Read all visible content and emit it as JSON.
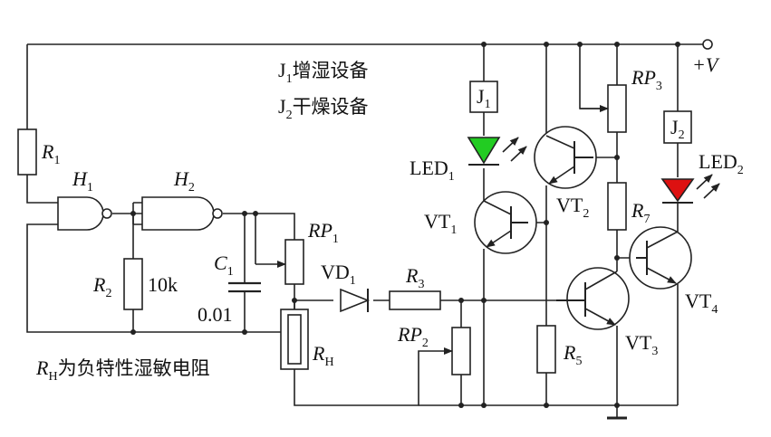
{
  "notes": {
    "j1_prefix": "J",
    "j1_sub": "1",
    "j1_text": "增湿设备",
    "j2_prefix": "J",
    "j2_sub": "2",
    "j2_text": "干燥设备",
    "rh_main": "R",
    "rh_sub": "H",
    "rh_text": "为负特性湿敏电阻"
  },
  "supply": {
    "label": "+V"
  },
  "components": {
    "r1": {
      "main": "R",
      "sub": "1"
    },
    "r2": {
      "main": "R",
      "sub": "2",
      "value": "10k"
    },
    "r3": {
      "main": "R",
      "sub": "3"
    },
    "r5": {
      "main": "R",
      "sub": "5"
    },
    "r7": {
      "main": "R",
      "sub": "7"
    },
    "h1": {
      "main": "H",
      "sub": "1"
    },
    "h2": {
      "main": "H",
      "sub": "2"
    },
    "c1": {
      "main": "C",
      "sub": "1",
      "value": "0.01"
    },
    "rp1": {
      "main": "RP",
      "sub": "1"
    },
    "rp2": {
      "main": "RP",
      "sub": "2"
    },
    "rp3": {
      "main": "RP",
      "sub": "3"
    },
    "rh": {
      "main": "R",
      "sub": "H"
    },
    "vd1": {
      "main": "VD",
      "sub": "1"
    },
    "led1": {
      "main": "LED",
      "sub": "1",
      "color": "#22cc22"
    },
    "led2": {
      "main": "LED",
      "sub": "2",
      "color": "#dd1111"
    },
    "vt1": {
      "main": "VT",
      "sub": "1"
    },
    "vt2": {
      "main": "VT",
      "sub": "2"
    },
    "vt3": {
      "main": "VT",
      "sub": "3"
    },
    "vt4": {
      "main": "VT",
      "sub": "4"
    },
    "j1": {
      "main": "J",
      "sub": "1"
    },
    "j2": {
      "main": "J",
      "sub": "2"
    }
  }
}
